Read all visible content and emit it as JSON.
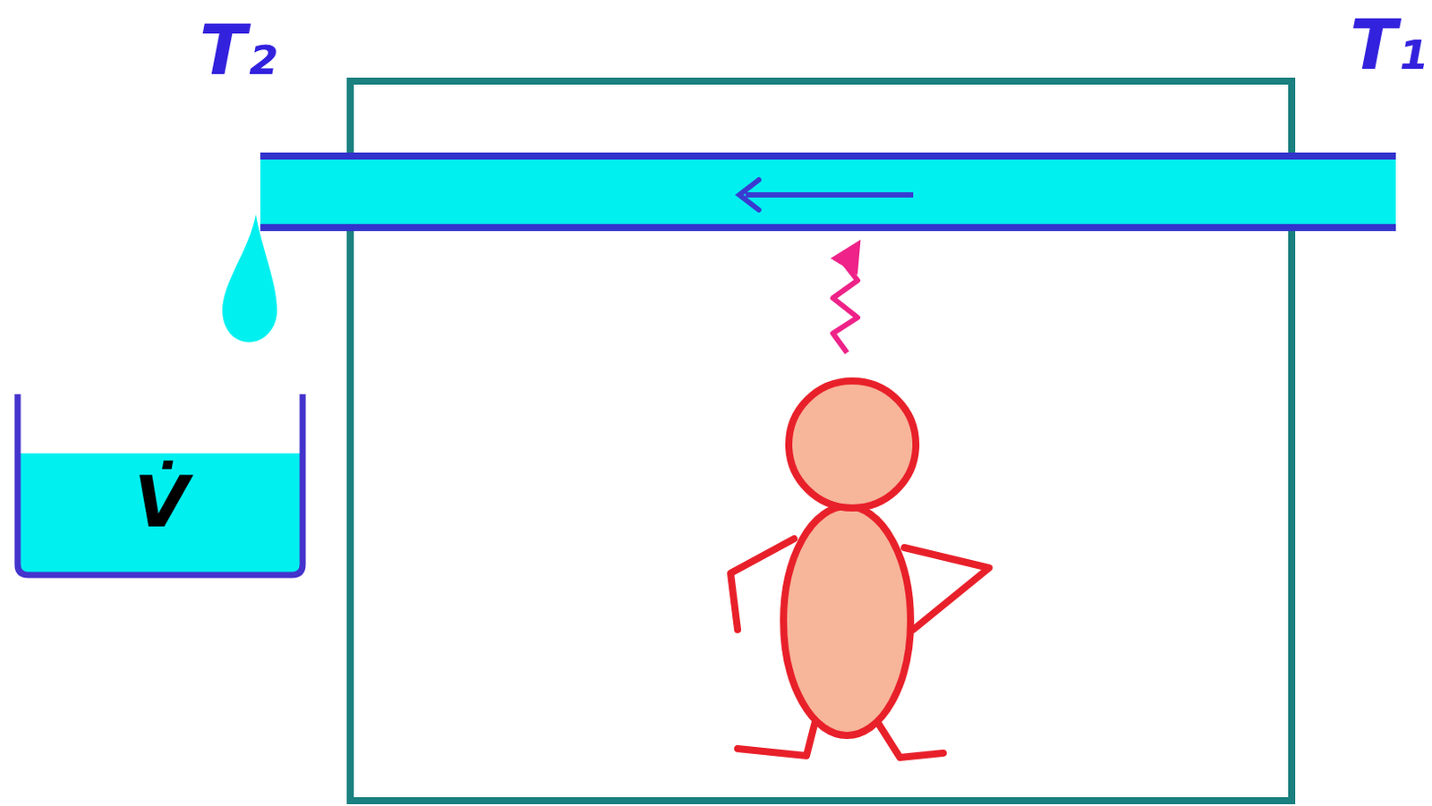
{
  "diagram": {
    "labels": [
      "T₂",
      "T₁",
      "V̇"
    ]
  }
}
